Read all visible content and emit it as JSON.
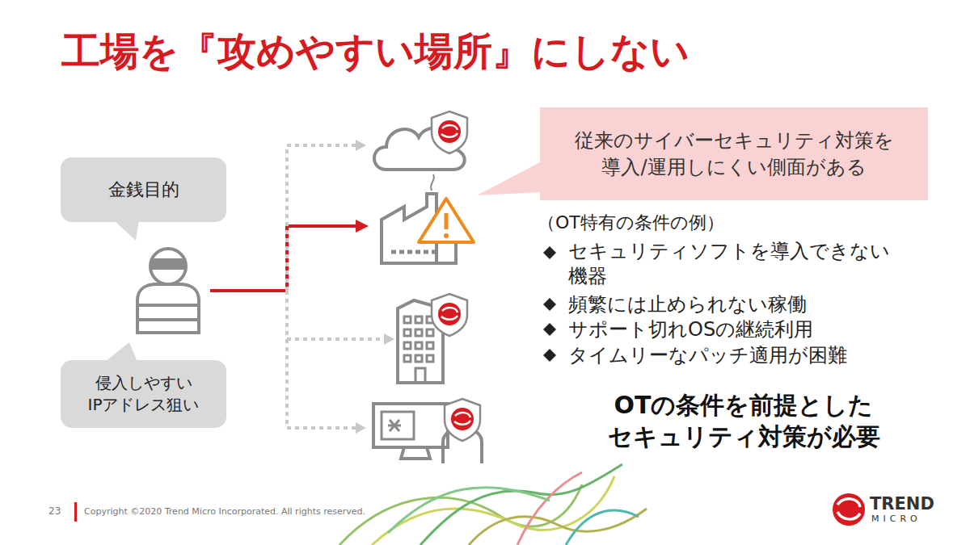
{
  "diagram": {
    "title": "工場を『攻めやすい場所』にしない",
    "nodes": [
      {
        "text": [
          "金銭目的"
        ]
      },
      {
        "text": [
          "侵入しやすい IPアドレス狙い"
        ]
      },
      {
        "text": [
          "従来のサイバーセキュリティ対策を 導入/運用しにくい側面がある"
        ]
      }
    ],
    "labels": [
      "（OT特有の条件の例）",
      "セキュリティソフトを導入できない 機器",
      "頻繁には止められない稼働",
      "サポート切れOSの継続利用",
      "タイムリーなパッチ適用が困難",
      "OTの条件を前提とした セキュリティ対策が必要",
      "23",
      "Copyright ©2020 Trend Micro Incorporated. All rights reserved.",
      "TREND",
      "MICRO"
    ]
  }
}
